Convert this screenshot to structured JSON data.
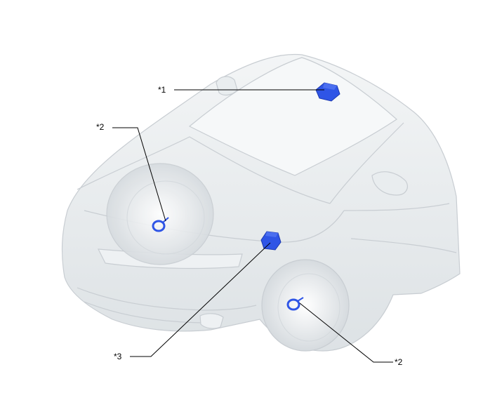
{
  "callouts": {
    "c1": "*1",
    "c2_left": "*2",
    "c2_right": "*2",
    "c3": "*3"
  },
  "colors": {
    "part_blue": "#2f55e6",
    "car_outline": "#c8cdd2",
    "car_fill": "#eef1f3",
    "leader_line": "#000000"
  },
  "icons": {
    "part1": "ecu-module-icon",
    "part2": "wheel-speed-sensor-icon",
    "part3": "actuator-block-icon"
  }
}
